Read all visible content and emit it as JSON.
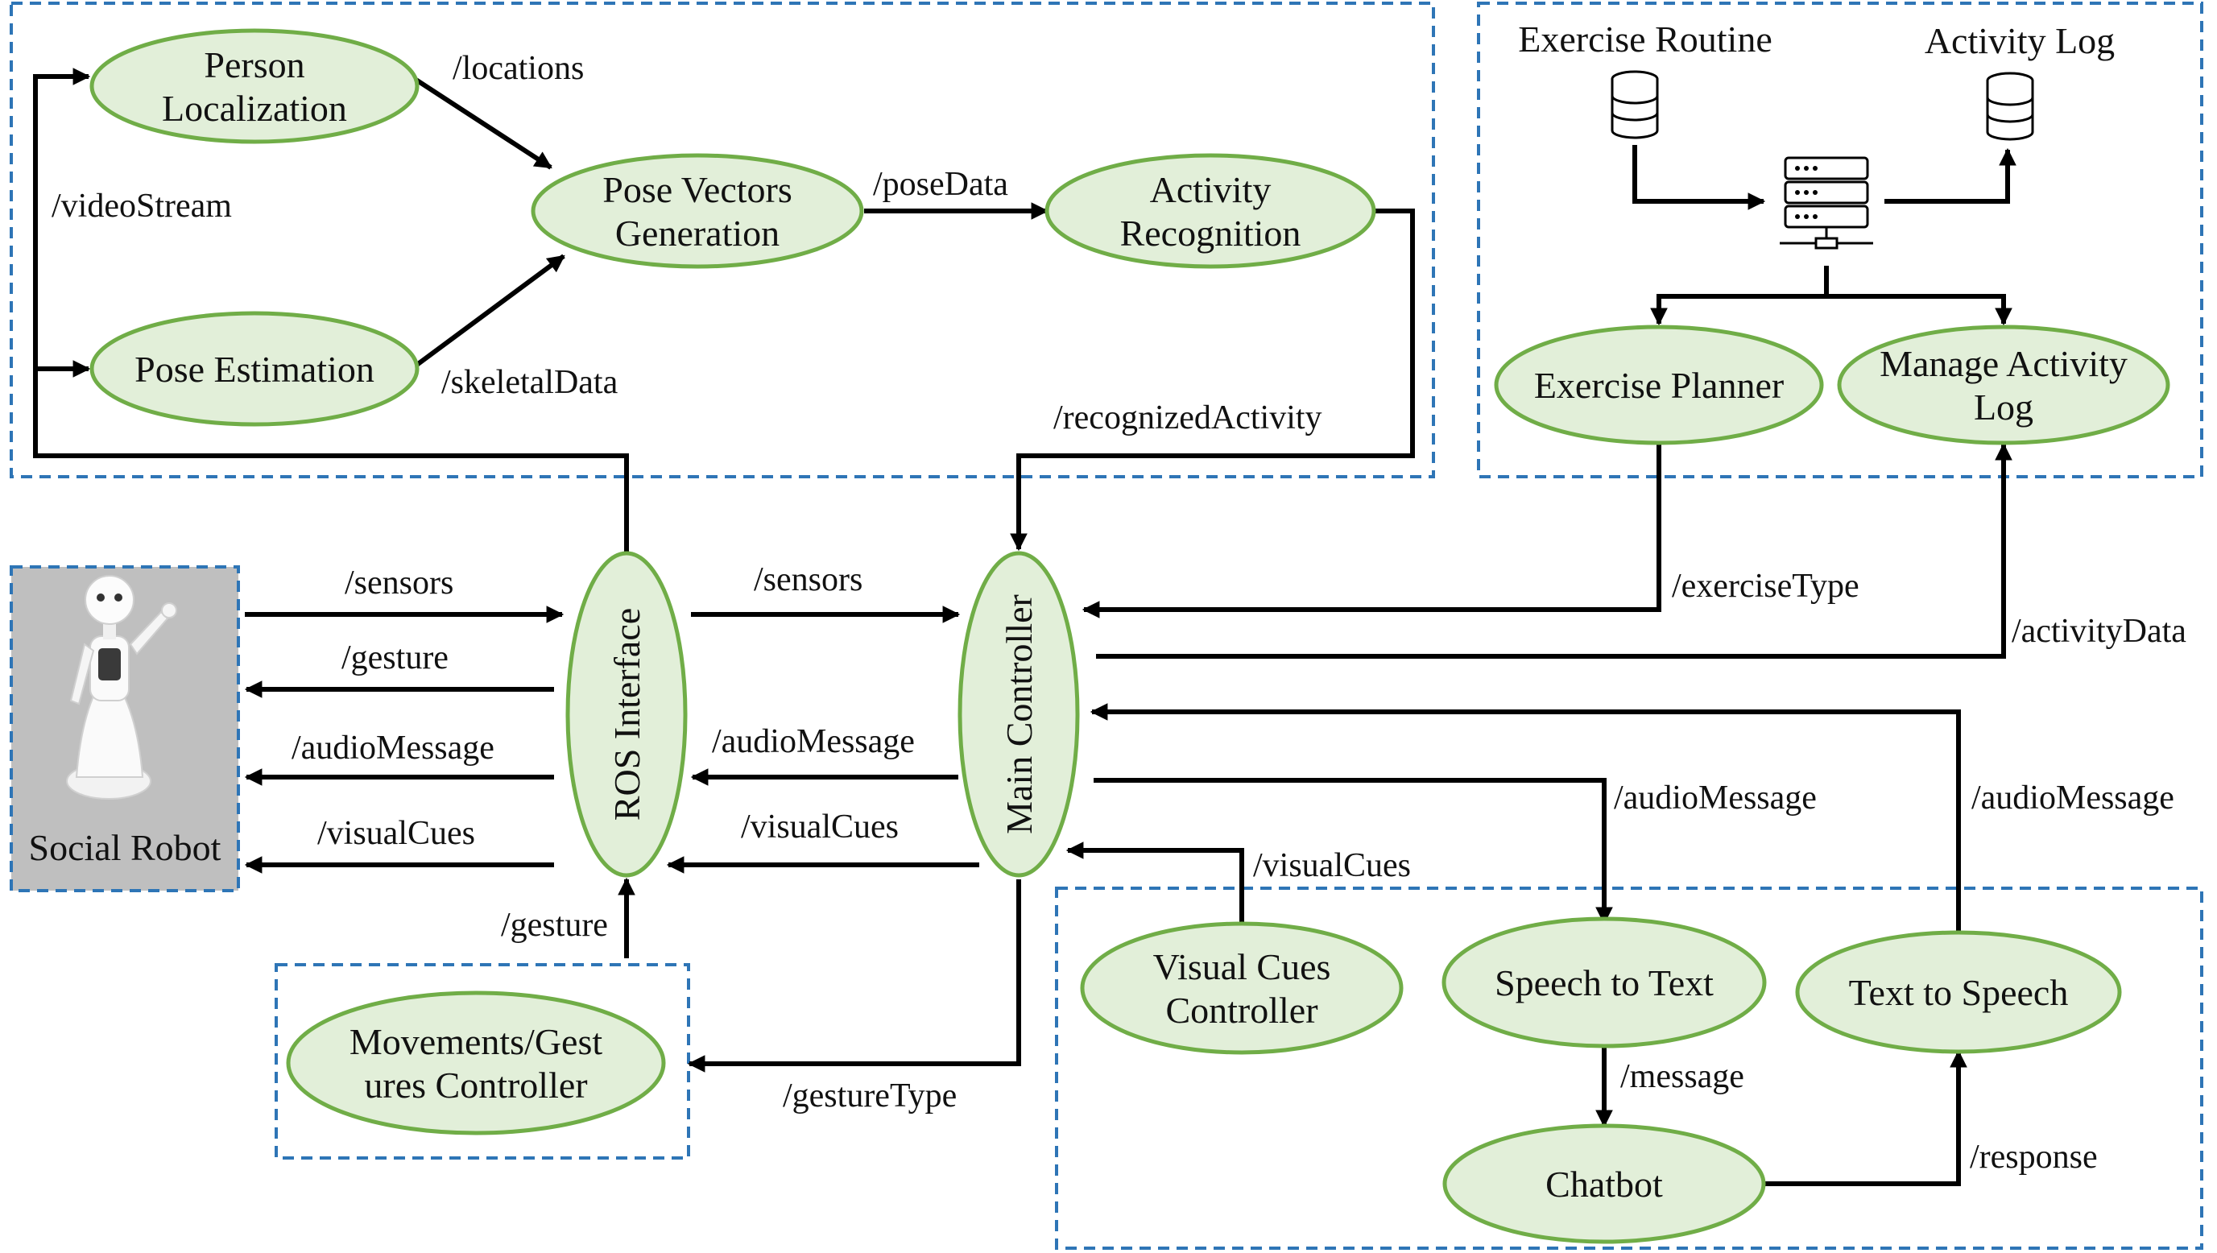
{
  "colors": {
    "node_fill": "#e2efd9",
    "node_stroke": "#70ad47",
    "group_border": "#2e75b6",
    "robot_fill": "#bfbfbf"
  },
  "nodes": {
    "person_localization": [
      "Person",
      "Localization"
    ],
    "pose_estimation": [
      "Pose Estimation"
    ],
    "pose_vectors": [
      "Pose Vectors",
      "Generation"
    ],
    "activity_recognition": [
      "Activity",
      "Recognition"
    ],
    "exercise_planner": [
      "Exercise Planner"
    ],
    "manage_activity_log": [
      "Manage Activity",
      "Log"
    ],
    "ros_interface": [
      "ROS Interface"
    ],
    "main_controller": [
      "Main Controller"
    ],
    "movements_controller": [
      "Movements/Gest",
      "ures Controller"
    ],
    "visual_cues_controller": [
      "Visual Cues",
      "Controller"
    ],
    "speech_to_text": [
      "Speech to Text"
    ],
    "text_to_speech": [
      "Text to Speech"
    ],
    "chatbot": [
      "Chatbot"
    ]
  },
  "database": {
    "exercise_routine": "Exercise Routine",
    "activity_log": "Activity Log",
    "server_icon": "server-icon",
    "db_icon": "database-icon"
  },
  "robot": {
    "label": "Social Robot",
    "icon": "robot-icon"
  },
  "edges": {
    "locations": "/locations",
    "video_stream": "/videoStream",
    "skeletal_data": "/skeletalData",
    "pose_data": "/poseData",
    "recognized_activity": "/recognizedActivity",
    "robot_sensors": "/sensors",
    "robot_gesture": "/gesture",
    "robot_audio": "/audioMessage",
    "robot_visual": "/visualCues",
    "ros_sensors": "/sensors",
    "ros_audio": "/audioMessage",
    "ros_visual": "/visualCues",
    "gesture_up": "/gesture",
    "gesture_type": "/gestureType",
    "exercise_type": "/exerciseType",
    "activity_data": "/activityData",
    "audio_to_stt": "/audioMessage",
    "audio_from_tts": "/audioMessage",
    "visual_cues_ctrl": "/visualCues",
    "message": "/message",
    "response": "/response"
  }
}
